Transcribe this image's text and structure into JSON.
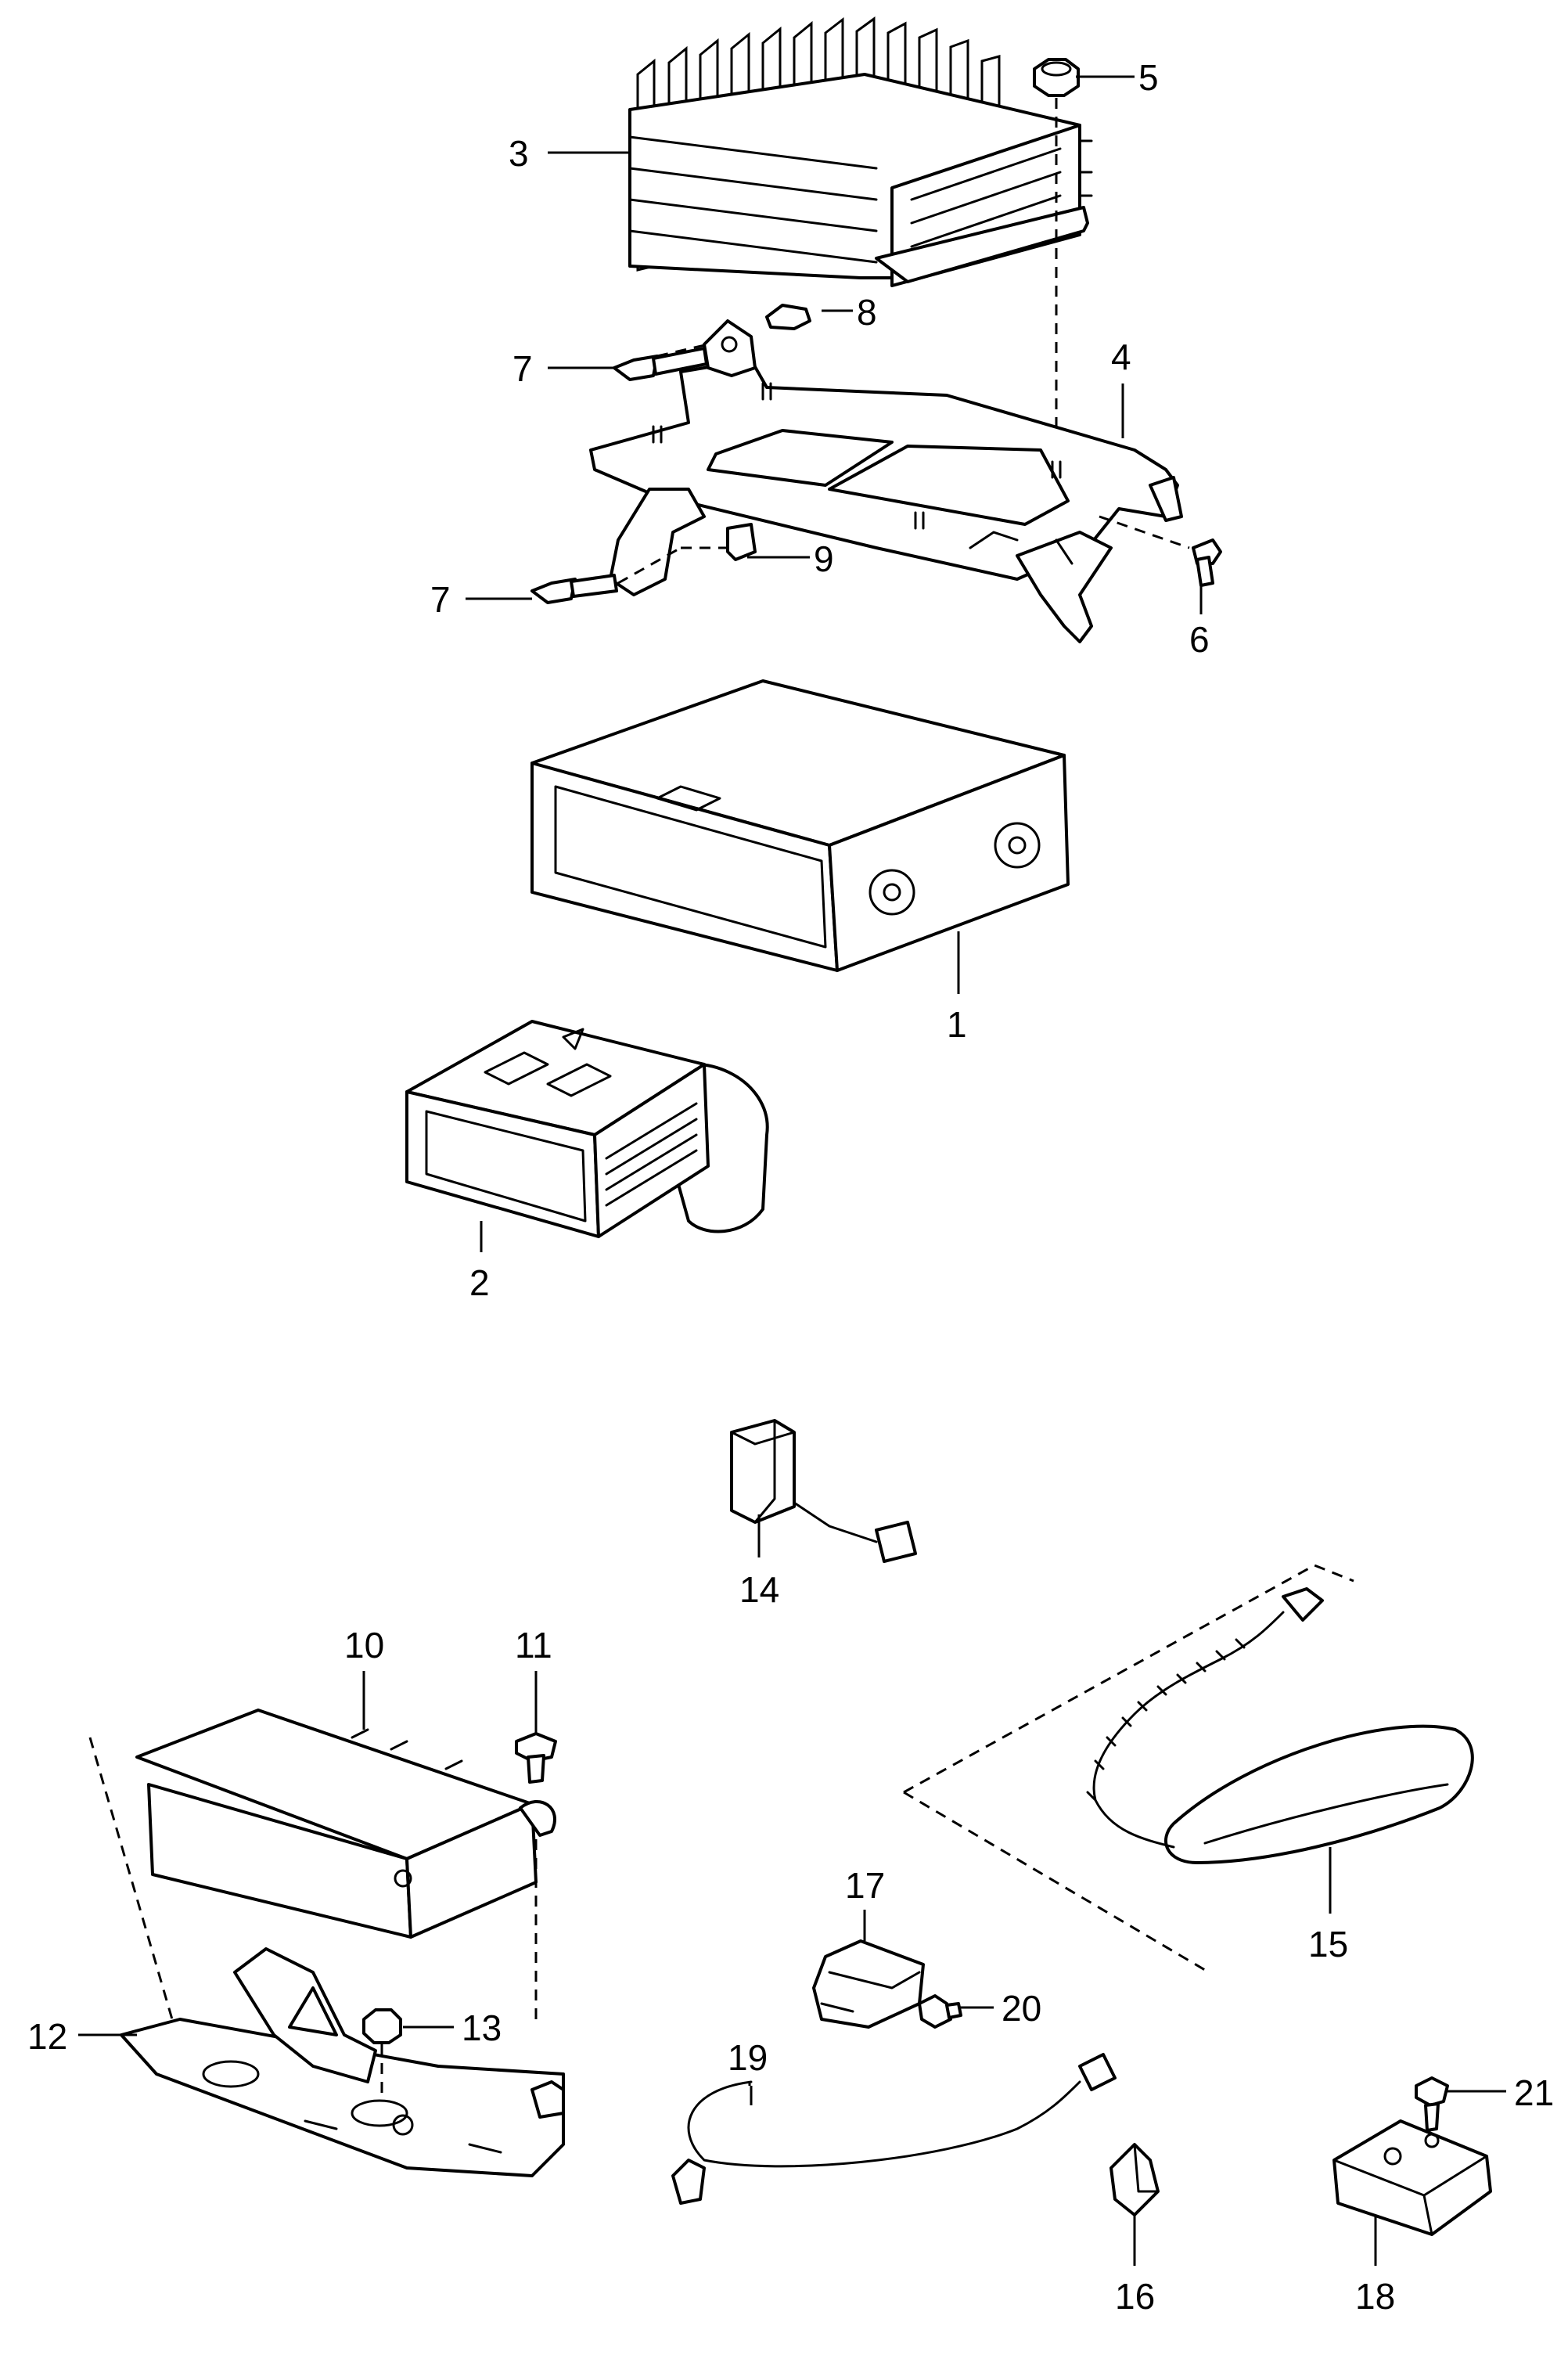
{
  "labels": {
    "l1": "1",
    "l2": "2",
    "l3": "3",
    "l4": "4",
    "l5": "5",
    "l6": "6",
    "l7a": "7",
    "l7b": "7",
    "l8": "8",
    "l9": "9",
    "l10": "10",
    "l11": "11",
    "l12": "12",
    "l13": "13",
    "l14": "14",
    "l15": "15",
    "l16": "16",
    "l17": "17",
    "l18": "18",
    "l19": "19",
    "l20": "20",
    "l21": "21"
  }
}
